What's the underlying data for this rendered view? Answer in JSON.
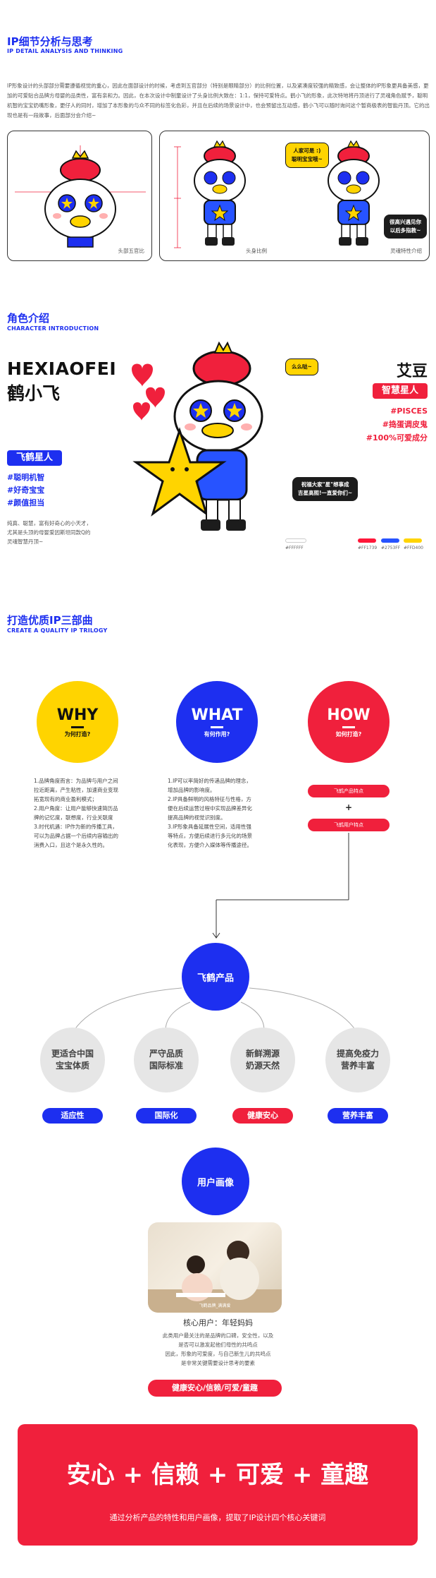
{
  "section1": {
    "title_cn": "IP细节分析与思考",
    "title_en": "IP DETAIL ANALYSIS AND THINKING",
    "paragraph": "IP形象设计的头部部分需要遵循视觉的重心，因此在面部设计的时候，考虑到五官部分（特别是眼睛部分）的比例位置，以及紧凑度较强的精致感，会让整体的IP形象更具备美感，更加的可爱贴合品牌方母婴的品类性，富有亲和力。因此，在本次设计中制童设计了头身比例大致在：1:1，保持可爱特点。鹤小飞的形象，此次特地将丹顶进行了灵魂角色赋予，聪明机智的宝宝奶嘴形象，更仔人的同时，增加了本形象的与众不同的标签化色彩，并且在后续的场景设计中，也会预留出互动感，鹤小飞可以随时询问这个暂商极表的智能丹顶。它的出现也是有一段故事，后面部分会介绍~",
    "cards": [
      {
        "caption": "头部五官比"
      },
      {
        "caption": "头身比例"
      },
      {
        "caption": "灵魂特性介绍",
        "bubble_top": "人家可是 :)\n聪明宝宝哦~",
        "bubble_bottom": "很高兴遇见你\n以后多指教~"
      }
    ]
  },
  "section2": {
    "title_cn": "角色介绍",
    "title_en": "CHARACTER INTRODUCTION",
    "name_en": "HEXIAOFEI",
    "name_cn": "鹤小飞",
    "planet_tag": "飞鹤星人",
    "hashtags_left": [
      "#聪明机智",
      "#好奇宝宝",
      "#颜值担当"
    ],
    "desc": "纯真、聪慧，富有好奇心的小天才，\n尤其是头顶的母婴爱因斯坦同款Q的\n灵魂智慧丹顶~",
    "right_name": "艾豆",
    "right_tag": "智慧星人",
    "hashtags_right": [
      "#PISCES",
      "#捣蛋调皮鬼",
      "#100%可爱成分"
    ],
    "bubble_yellow": "么么哒~",
    "bubble_dark": "祝福大家\"星\"想事成\n吉星高照!一直爱你们~",
    "palette": [
      {
        "hex": "#FFFFFF",
        "label": "#FFFFFF"
      },
      {
        "hex": "#FF1739",
        "label": "#FF1739"
      },
      {
        "hex": "#2753FF",
        "label": "#2753FF"
      },
      {
        "hex": "#FFD400",
        "label": "#FFD400"
      }
    ]
  },
  "section3": {
    "title_cn": "打造优质IP三部曲",
    "title_en": "CREATE A QUALITY IP TRILOGY",
    "circles": [
      {
        "big": "WHY",
        "small": "为何打造?",
        "color": "#ffd400",
        "text": "#111111"
      },
      {
        "big": "WHAT",
        "small": "有何作用?",
        "color": "#1d2ff0",
        "text": "#ffffff"
      },
      {
        "big": "HOW",
        "small": "如何打造?",
        "color": "#f0203c",
        "text": "#ffffff"
      }
    ],
    "why_list": "1.品牌角度而言：为品牌与用户之间\n拉近距离，产生粘性，加速商业变现\n拓宽现有的商业盈利模式；\n2.用户角度：让用户能够快速简历品\n牌的记忆度，联想度，行业关联度\n3.时代机遇：IP作为新的传播工具，\n可以为品牌占据一个后续内容输出的\n消费入口，且这个是永久性的。",
    "what_list": "1.IP可以率简好的传递品牌的理念，\n增加品牌的影响度。\n2.IP具备鲜明的风格特征与性格，方\n便在后续运营过程中实现品牌差异化\n提高品牌的视觉识别度。\n3.IP形象具备延展性空间，适用性强\n等特点，方便后续进行多元化的场景\n化表现，方便介入媒体等传播途径。",
    "how_pill1": "飞鹤产品特点",
    "how_plus": "+",
    "how_pill2": "飞鹤用户特点"
  },
  "section4": {
    "product": "飞鹤产品",
    "features": [
      {
        "text": "更适合中国\n宝宝体质",
        "tag": "适应性",
        "tag_color": "#1d2ff0"
      },
      {
        "text": "严守品质\n国际标准",
        "tag": "国际化",
        "tag_color": "#1d2ff0"
      },
      {
        "text": "新鲜溯源\n奶源天然",
        "tag": "健康安心",
        "tag_color": "#f0203c"
      },
      {
        "text": "提高免疫力\n营养丰富",
        "tag": "营养丰富",
        "tag_color": "#1d2ff0"
      }
    ],
    "user_portrait": "用户画像",
    "photo_caption": "飞鹤品牌_满满爱",
    "core_user": "核心用户：年轻妈妈",
    "core_desc": "此类用户最关注的是品牌的口碑，安全性，以及\n是否可以激发起他们母性的共鸣点\n因此，形象的可爱度，与自己新生儿的共鸣点\n是非常关键需要设计思考的要素",
    "keyword_tag": "健康安心/信赖/可爱/童趣"
  },
  "banner": {
    "headline": "安心 + 信赖 + 可爱 + 童趣",
    "sub": "通过分析产品的特性和用户画像，提取了IP设计四个核心关键词"
  }
}
